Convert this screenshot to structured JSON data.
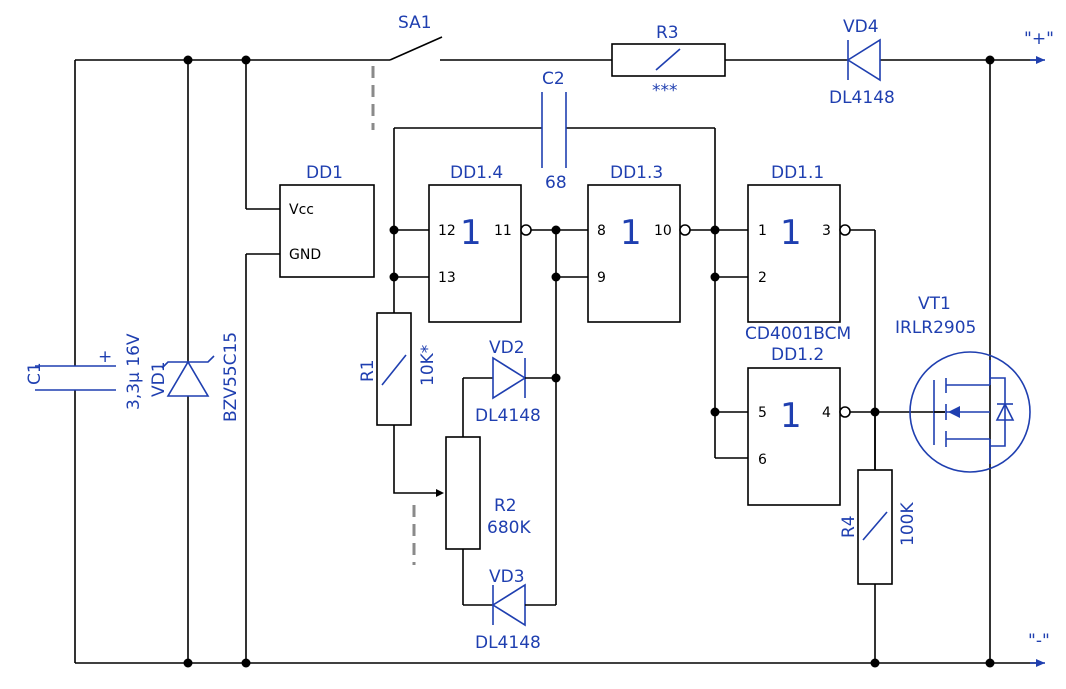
{
  "labels": {
    "sa1": "SA1",
    "r3": "R3",
    "r3_value": "***",
    "vd4": "VD4",
    "vd4_type": "DL4148",
    "plus": "\"+\"",
    "minus": "\"-\"",
    "c2": "C2",
    "c2_value": "68",
    "dd1": "DD1",
    "vcc": "Vcc",
    "gnd": "GND",
    "dd1_4": "DD1.4",
    "dd1_3": "DD1.3",
    "dd1_1": "DD1.1",
    "dd1_2": "DD1.2",
    "chip": "CD4001BCM",
    "gate_symbol": "1",
    "c1": "C1",
    "c1_polarity": "+",
    "c1_value": "3,3µ 16V",
    "vd1": "VD1",
    "vd1_type": "BZV55C15",
    "r1": "R1",
    "r1_value": "10K*",
    "vd2": "VD2",
    "vd2_type": "DL4148",
    "r2": "R2",
    "r2_value": "680K",
    "vd3": "VD3",
    "vd3_type": "DL4148",
    "vt1": "VT1",
    "vt1_type": "IRLR2905",
    "r4": "R4",
    "r4_value": "100K"
  },
  "pins": {
    "p12": "12",
    "p13": "13",
    "p11": "11",
    "p8": "8",
    "p9": "9",
    "p10": "10",
    "p1": "1",
    "p2": "2",
    "p3": "3",
    "p5": "5",
    "p6": "6",
    "p4": "4"
  },
  "colors": {
    "wire": "#000000",
    "label": "#1f3fb0",
    "mechanical_link": "#8a8a8a"
  }
}
